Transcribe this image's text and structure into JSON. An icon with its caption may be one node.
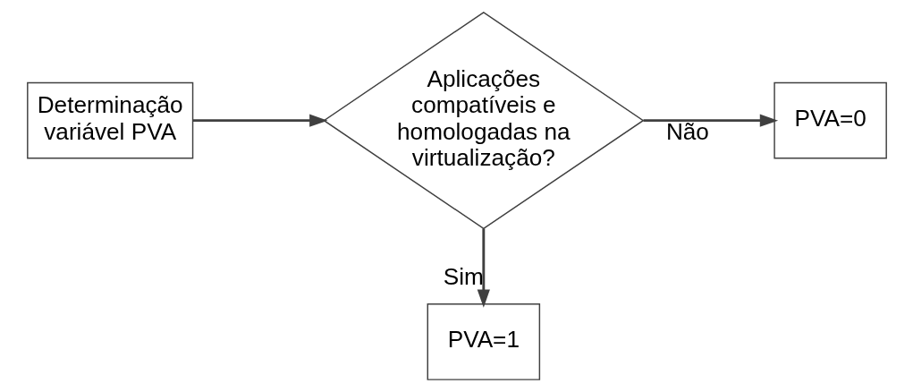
{
  "diagram": {
    "nodes": [
      {
        "text": [
          "Determinação variável PVA"
        ]
      },
      {
        "text": [
          "Aplicações compatíveis e homologadas na virtualização?"
        ]
      },
      {
        "text": [
          "PVA=0"
        ]
      },
      {
        "text": [
          "PVA=1"
        ]
      }
    ],
    "edges": [
      {
        "from": 0,
        "to": 1,
        "arrow": "to"
      },
      {
        "from": 1,
        "to": 2,
        "arrow": "to",
        "label": "Não"
      },
      {
        "from": 1,
        "to": 3,
        "arrow": "to",
        "label": "Sim"
      }
    ]
  }
}
